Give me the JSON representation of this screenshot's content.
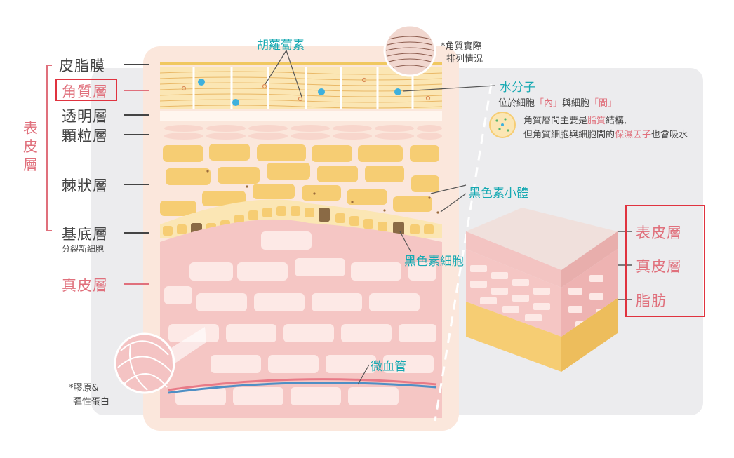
{
  "diagram": {
    "layer_labels": {
      "sebum": "皮脂膜",
      "stratum_corneum": "角質層",
      "stratum_lucidum": "透明層",
      "stratum_granulosum": "顆粒層",
      "stratum_spinosum": "棘狀層",
      "stratum_basale": "基底層",
      "stratum_basale_note": "分裂新細胞",
      "dermis": "真皮層",
      "epidermis_group": "表皮層"
    },
    "callouts": {
      "carotene": "胡蘿蔔素",
      "corneum_actual_line1": "*角質實際",
      "corneum_actual_line2": "排列情況",
      "water": "水分子",
      "water_note_prefix": "位於細胞",
      "water_note_inside": "「內」",
      "water_note_mid": "與細胞",
      "water_note_between": "「間」",
      "intercell_line1_prefix": "角質層間主要是",
      "intercell_line1_highlight": "脂質",
      "intercell_line1_suffix": "結構,",
      "intercell_line2_prefix": "但角質細胞與細胞間的",
      "intercell_line2_highlight": "保濕因子",
      "intercell_line2_suffix": "也會吸水",
      "melanosome": "黑色素小體",
      "melanocyte": "黑色素細胞",
      "capillary": "微血管",
      "collagen_line1": "*膠原&",
      "collagen_line2": "彈性蛋白"
    },
    "block_labels": {
      "epidermis": "表皮層",
      "dermis": "真皮層",
      "fat": "脂肪"
    },
    "colors": {
      "pink_label": "#e0707c",
      "teal_label": "#16a9b2",
      "dark_label": "#444444",
      "highlight_box": "#e0333f",
      "yellow_cell": "#f6cd73",
      "dermis_fill": "#f5c6c4"
    }
  }
}
